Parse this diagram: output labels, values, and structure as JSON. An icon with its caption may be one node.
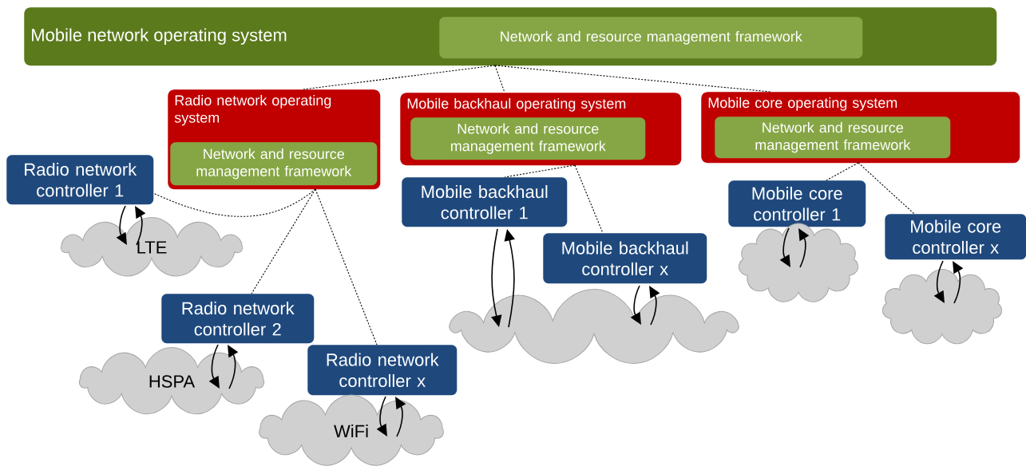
{
  "diagram": {
    "nodes": [
      {
        "text": [
          "Mobile network operating system"
        ]
      },
      {
        "text": [
          "Network and resource management framework"
        ],
        "in": 0
      },
      {
        "text": [
          "Radio network operating system"
        ]
      },
      {
        "text": [
          "Network and resource management framework"
        ],
        "in": 2
      },
      {
        "text": [
          "Mobile backhaul operating system"
        ]
      },
      {
        "text": [
          "Network and resource management framework"
        ],
        "in": 4
      },
      {
        "text": [
          "Mobile core operating system"
        ]
      },
      {
        "text": [
          "Network and resource management framework"
        ],
        "in": 6
      },
      {
        "text": [
          "Radio network controller 1"
        ]
      },
      {
        "text": [
          "LTE"
        ]
      },
      {
        "text": [
          "Radio network controller 2"
        ]
      },
      {
        "text": [
          "HSPA"
        ]
      },
      {
        "text": [
          "Radio network controller x"
        ]
      },
      {
        "text": [
          "WiFi"
        ]
      },
      {
        "text": [
          "Mobile backhaul controller 1"
        ]
      },
      {
        "text": [
          "Mobile backhaul controller x"
        ]
      },
      {
        "text": [],
        "shape": "cloud"
      },
      {
        "text": [
          "Mobile core controller 1"
        ]
      },
      {
        "text": [],
        "shape": "cloud"
      },
      {
        "text": [
          "Mobile core controller x"
        ]
      },
      {
        "text": [],
        "shape": "cloud"
      }
    ],
    "edges": [
      {
        "from": 0,
        "to": 2,
        "arrow": "none",
        "style": "dashed"
      },
      {
        "from": 0,
        "to": 4,
        "arrow": "none",
        "style": "dashed"
      },
      {
        "from": 0,
        "to": 6,
        "arrow": "none",
        "style": "dashed"
      },
      {
        "from": 2,
        "to": 8,
        "arrow": "none",
        "style": "dashed"
      },
      {
        "from": 2,
        "to": 10,
        "arrow": "none",
        "style": "dashed"
      },
      {
        "from": 2,
        "to": 12,
        "arrow": "none",
        "style": "dashed"
      },
      {
        "from": 4,
        "to": 14,
        "arrow": "none",
        "style": "dashed"
      },
      {
        "from": 4,
        "to": 15,
        "arrow": "none",
        "style": "dashed"
      },
      {
        "from": 6,
        "to": 17,
        "arrow": "none",
        "style": "dashed"
      },
      {
        "from": 6,
        "to": 19,
        "arrow": "none",
        "style": "dashed"
      },
      {
        "from": 8,
        "to": 9,
        "arrow": "to"
      },
      {
        "from": 9,
        "to": 8,
        "arrow": "to"
      },
      {
        "from": 10,
        "to": 11,
        "arrow": "to"
      },
      {
        "from": 11,
        "to": 10,
        "arrow": "to"
      },
      {
        "from": 12,
        "to": 13,
        "arrow": "to"
      },
      {
        "from": 13,
        "to": 12,
        "arrow": "to"
      },
      {
        "from": 14,
        "to": 16,
        "arrow": "to"
      },
      {
        "from": 16,
        "to": 14,
        "arrow": "to"
      },
      {
        "from": 15,
        "to": 16,
        "arrow": "to"
      },
      {
        "from": 16,
        "to": 15,
        "arrow": "to"
      },
      {
        "from": 17,
        "to": 18,
        "arrow": "to"
      },
      {
        "from": 18,
        "to": 17,
        "arrow": "to"
      },
      {
        "from": 19,
        "to": 20,
        "arrow": "to"
      },
      {
        "from": 20,
        "to": 19,
        "arrow": "to"
      }
    ]
  }
}
